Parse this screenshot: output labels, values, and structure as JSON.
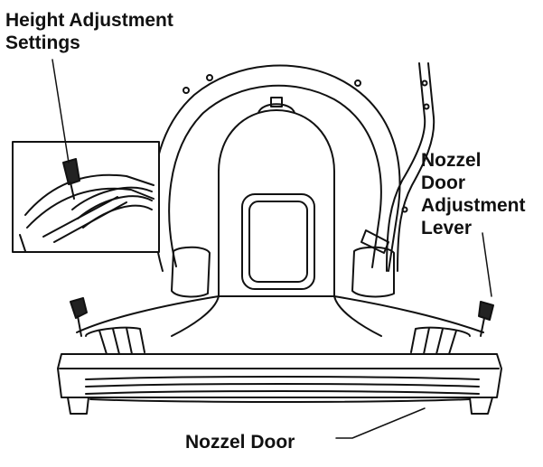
{
  "diagram": {
    "labels": {
      "height_adjustment": [
        "Height Adjustment",
        "Settings"
      ],
      "nozzle_door_lever": [
        "Nozzel",
        "Door",
        "Adjustment",
        "Lever"
      ],
      "nozzle_door": "Nozzel Door"
    }
  }
}
